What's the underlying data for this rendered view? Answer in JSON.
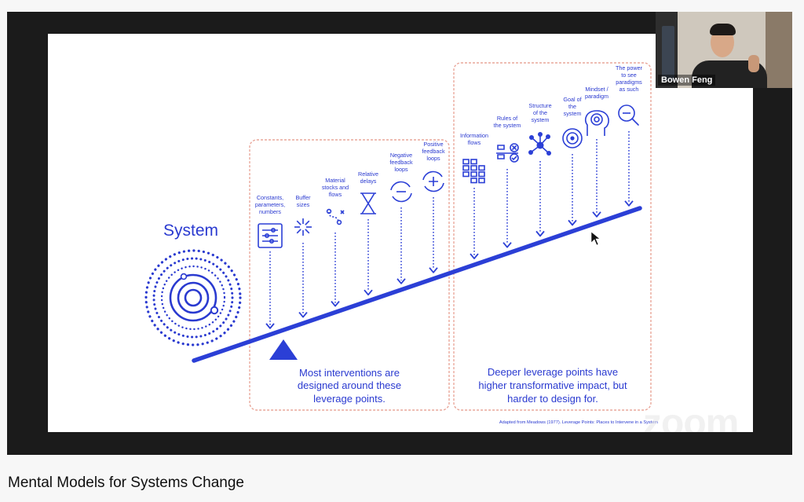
{
  "video_title": "Mental Models for Systems Change",
  "participant": {
    "name": "Bowen Feng"
  },
  "watermark": "zoom",
  "slide": {
    "system_label": "System",
    "left_group_caption": [
      "Most interventions are",
      "designed around these",
      "leverage points."
    ],
    "right_group_caption": [
      "Deeper leverage points have",
      "higher transformative impact, but",
      "harder to design for."
    ],
    "citation": "Adapted from Meadows (1977). Leverage Points: Places to Intervene in a System",
    "leverage_points": [
      {
        "label": [
          "Constants,",
          "parameters,",
          "numbers"
        ],
        "icon": "sliders-icon"
      },
      {
        "label": [
          "Buffer",
          "sizes"
        ],
        "icon": "burst-icon"
      },
      {
        "label": [
          "Material",
          "stocks and",
          "flows"
        ],
        "icon": "flow-nodes-icon"
      },
      {
        "label": [
          "Relative",
          "delays"
        ],
        "icon": "hourglass-icon"
      },
      {
        "label": [
          "Negative",
          "feedback",
          "loops"
        ],
        "icon": "negative-loop-icon"
      },
      {
        "label": [
          "Positive",
          "feedback",
          "loops"
        ],
        "icon": "positive-loop-icon"
      },
      {
        "label": [
          "Information",
          "flows"
        ],
        "icon": "info-grid-icon"
      },
      {
        "label": [
          "Rules of",
          "the system"
        ],
        "icon": "rules-icon"
      },
      {
        "label": [
          "Structure",
          "of the",
          "system"
        ],
        "icon": "network-icon"
      },
      {
        "label": [
          "Goal of",
          "the",
          "system"
        ],
        "icon": "target-icon"
      },
      {
        "label": [
          "Mindset /",
          "paradigm"
        ],
        "icon": "head-mind-icon"
      },
      {
        "label": [
          "The power",
          "to see",
          "paradigms",
          "as such"
        ],
        "icon": "magnifier-icon"
      }
    ]
  },
  "colors": {
    "accent": "#2a3ad0",
    "dashed_border": "#e9a79a",
    "frame": "#1b1b1b"
  }
}
